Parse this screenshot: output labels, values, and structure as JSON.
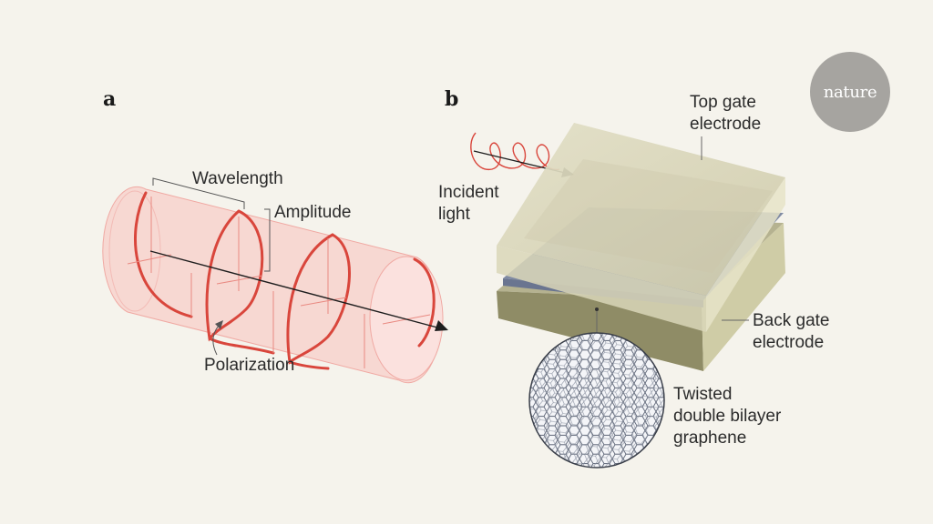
{
  "panels": {
    "a": {
      "letter": "a",
      "labels": {
        "wavelength": "Wavelength",
        "amplitude": "Amplitude",
        "polarization": "Polarization"
      }
    },
    "b": {
      "letter": "b",
      "labels": {
        "top_gate_line1": "Top gate",
        "top_gate_line2": "electrode",
        "incident_line1": "Incident",
        "incident_line2": "light",
        "back_gate_line1": "Back gate",
        "back_gate_line2": "electrode",
        "twisted_line1": "Twisted",
        "twisted_line2": "double bilayer",
        "twisted_line3": "graphene"
      }
    }
  },
  "logo": {
    "text": "nature"
  },
  "colors": {
    "background": "#f5f3ec",
    "helix": "#d9463c",
    "cylinder_fill": "#f7c9c5",
    "top_gate": "#d9d6b8",
    "middle_layer": "#7f8aa3",
    "back_gate": "#9d9a73",
    "logo": "#a6a4a0"
  }
}
